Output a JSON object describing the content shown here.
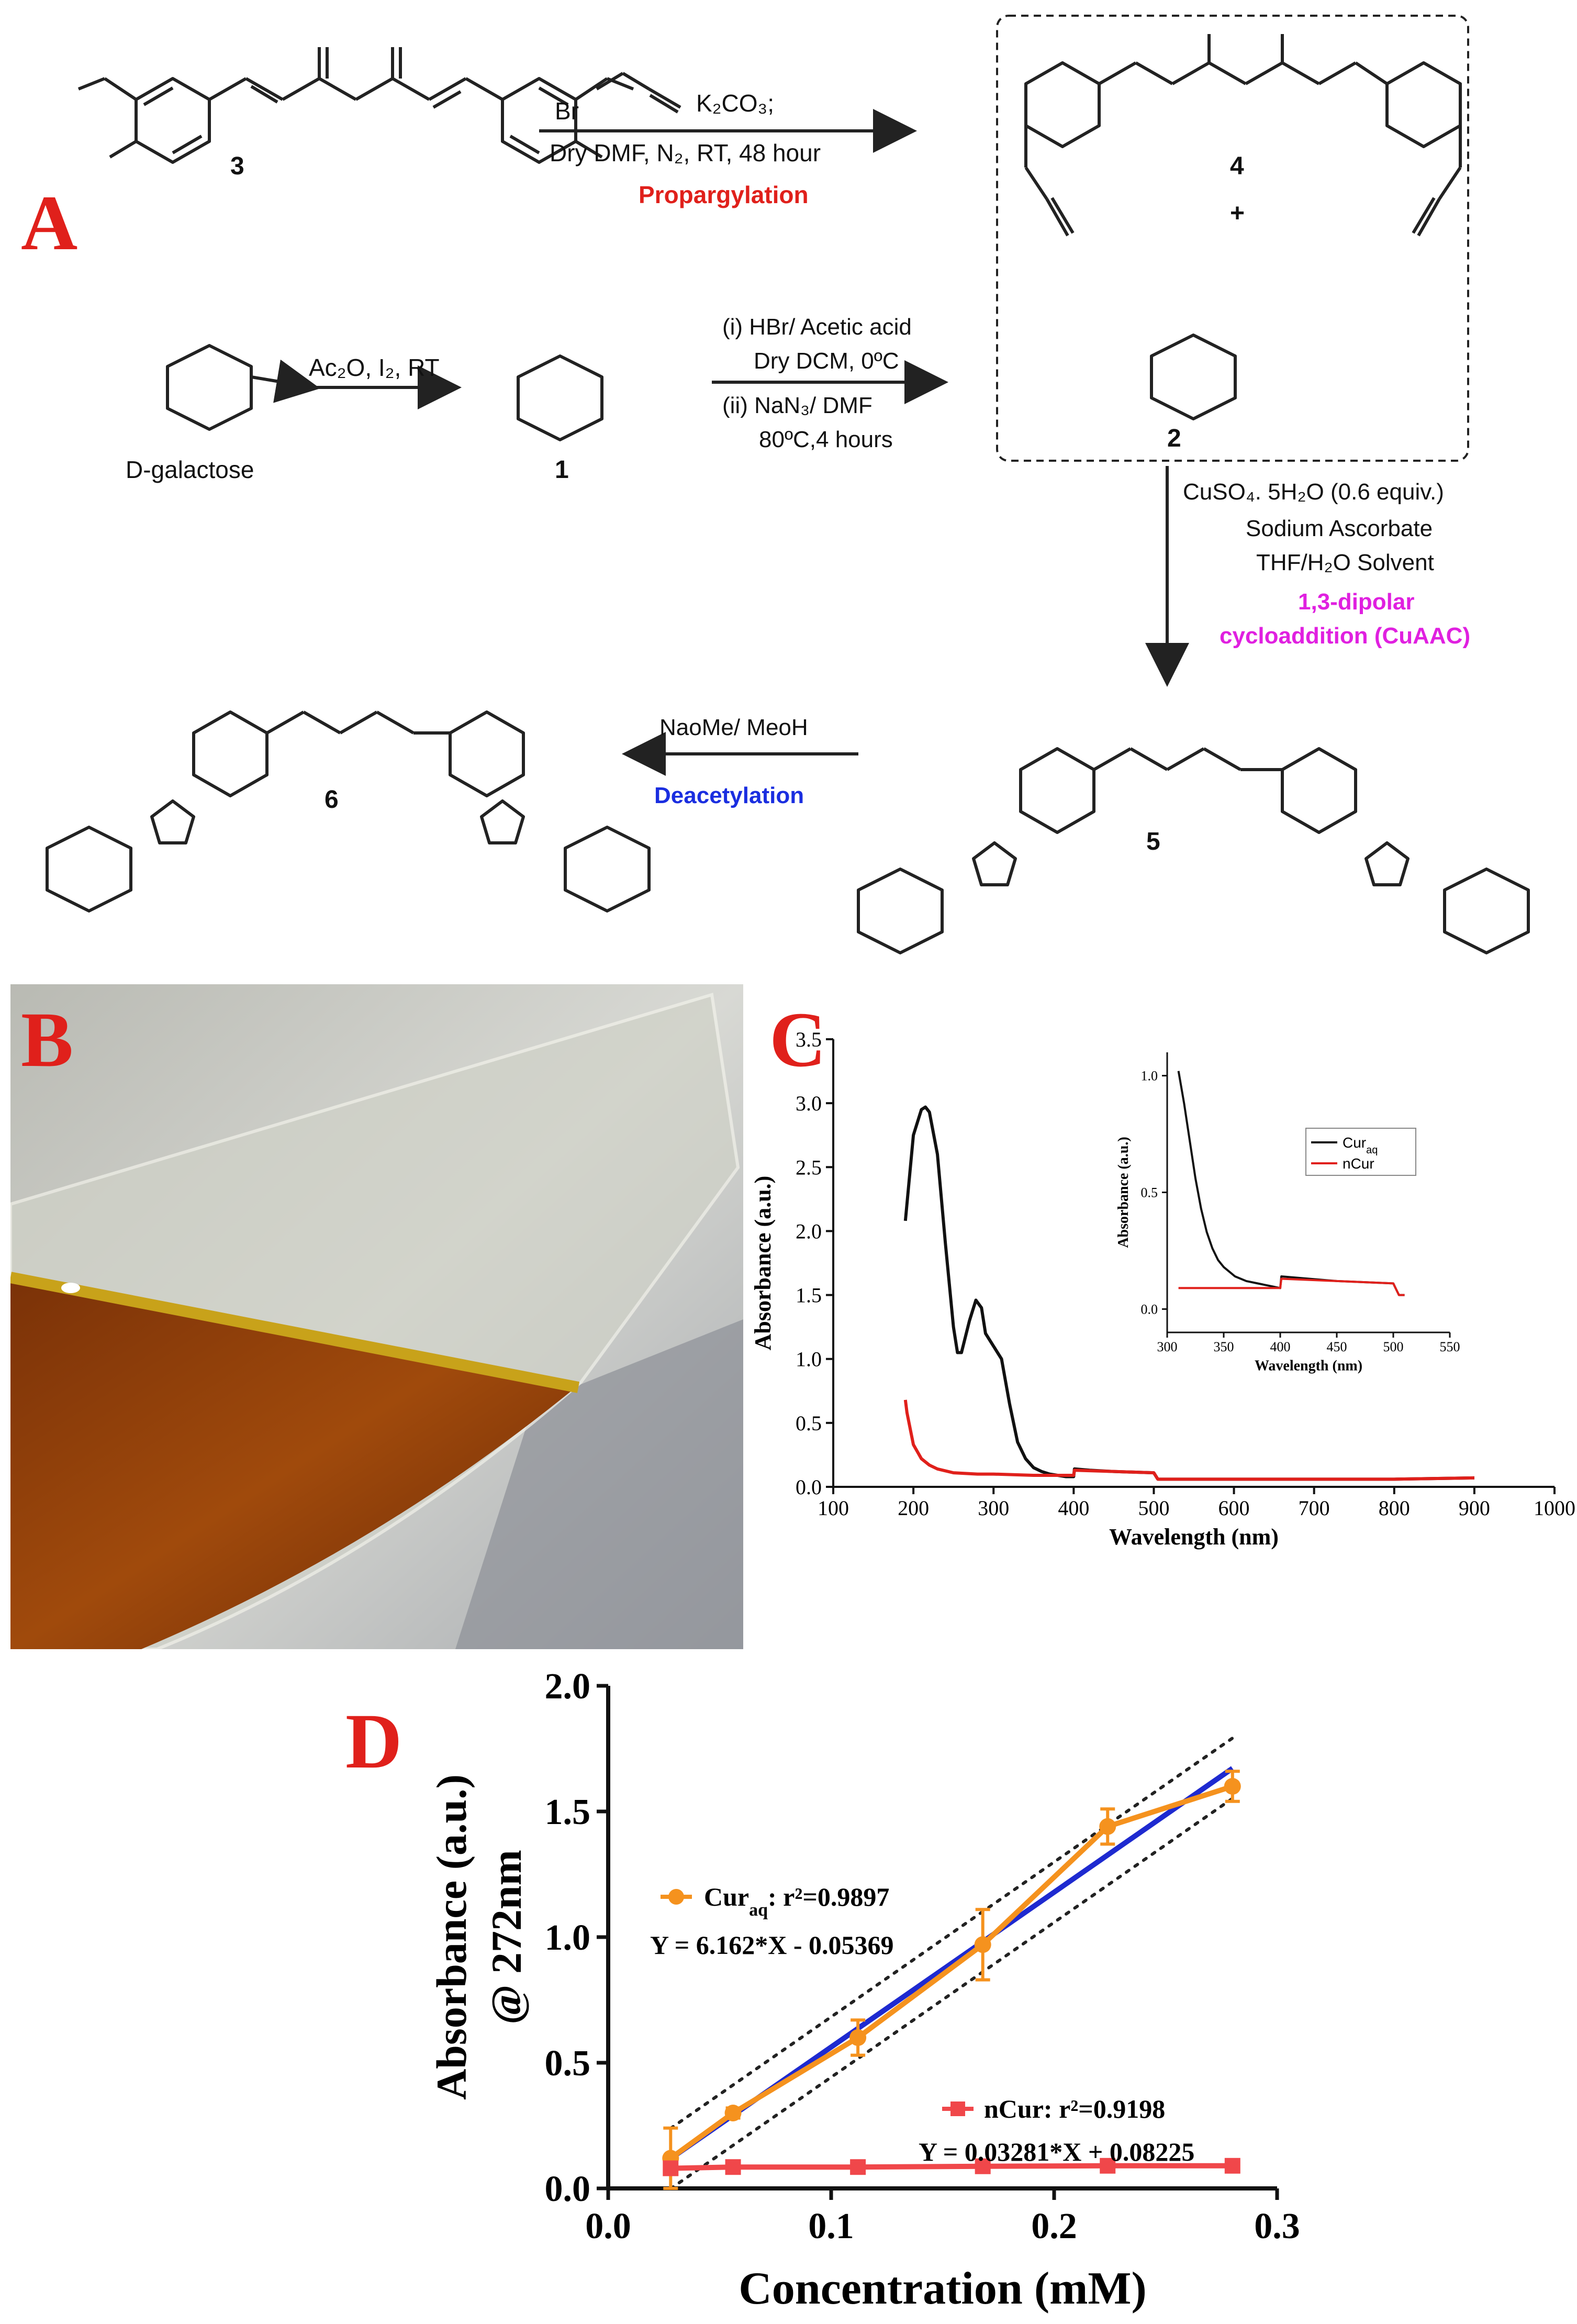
{
  "panels": {
    "A": "A",
    "B": "B",
    "C": "C",
    "D": "D"
  },
  "scheme": {
    "compounds": {
      "c3": "3",
      "c4": "4",
      "c1": "1",
      "c2": "2",
      "c5": "5",
      "c6": "6",
      "plus": "+",
      "galactose": "D-galactose"
    },
    "step1": {
      "reagent_line1": "Br",
      "reagent_line1b": "K₂CO₃;",
      "conditions": "Dry DMF, N₂, RT, 48 hour",
      "name": "Propargylation"
    },
    "step2": {
      "reagents": "Ac₂O, I₂, RT"
    },
    "step3": {
      "line1": "(i) HBr/ Acetic acid",
      "line2": "Dry DCM, 0ºC",
      "line3": "(ii) NaN₃/ DMF",
      "line4": "80ºC,4 hours"
    },
    "step4": {
      "line1": "CuSO₄. 5H₂O (0.6 equiv.)",
      "line2": "Sodium Ascorbate",
      "line3": "THF/H₂O Solvent",
      "name1": "1,3-dipolar",
      "name2": "cycloaddition (CuAAC)"
    },
    "step5": {
      "reagents": "NaoMe/ MeoH",
      "name": "Deacetylation"
    },
    "colors": {
      "propargylation": "#e0201b",
      "cuaac": "#e020e0",
      "deacetylation": "#1a2ee0"
    }
  },
  "chart_data": [
    {
      "id": "C-main",
      "type": "line",
      "xlabel": "Wavelength (nm)",
      "ylabel": "Absorbance (a.u.)",
      "xlim": [
        100,
        1000
      ],
      "ylim": [
        0.0,
        3.5
      ],
      "xticks": [
        "100",
        "200",
        "300",
        "400",
        "500",
        "600",
        "700",
        "800",
        "900",
        "1000"
      ],
      "yticks": [
        "0.0",
        "0.5",
        "1.0",
        "1.5",
        "2.0",
        "2.5",
        "3.0",
        "3.5"
      ],
      "series": [
        {
          "color": "#111111",
          "x": [
            190,
            200,
            210,
            215,
            220,
            230,
            240,
            250,
            255,
            260,
            270,
            278,
            285,
            290,
            300,
            310,
            320,
            330,
            340,
            350,
            360,
            370,
            380,
            390,
            400,
            401,
            420,
            450,
            500,
            505,
            550,
            600,
            700,
            720,
            800,
            900
          ],
          "y": [
            2.08,
            2.75,
            2.95,
            2.97,
            2.93,
            2.6,
            1.9,
            1.25,
            1.05,
            1.05,
            1.3,
            1.46,
            1.4,
            1.2,
            1.1,
            1.0,
            0.65,
            0.35,
            0.22,
            0.15,
            0.12,
            0.1,
            0.09,
            0.08,
            0.08,
            0.14,
            0.13,
            0.12,
            0.11,
            0.06,
            0.06,
            0.06,
            0.06,
            0.06,
            0.06,
            0.07
          ]
        },
        {
          "color": "#e0201b",
          "x": [
            190,
            192,
            200,
            210,
            220,
            230,
            250,
            280,
            300,
            350,
            400,
            401,
            450,
            500,
            505,
            550,
            600,
            700,
            720,
            800,
            900
          ],
          "y": [
            0.68,
            0.58,
            0.33,
            0.22,
            0.17,
            0.14,
            0.11,
            0.1,
            0.1,
            0.09,
            0.09,
            0.13,
            0.12,
            0.11,
            0.06,
            0.06,
            0.06,
            0.06,
            0.06,
            0.06,
            0.07
          ]
        }
      ]
    },
    {
      "id": "C-inset",
      "type": "line",
      "xlabel": "Wavelength (nm)",
      "ylabel": "Absorbance (a.u.)",
      "xlim": [
        300,
        550
      ],
      "ylim": [
        -0.1,
        1.1
      ],
      "xticks": [
        "300",
        "350",
        "400",
        "450",
        "500",
        "550"
      ],
      "yticks": [
        "0.0",
        "0.5",
        "1.0"
      ],
      "legend_position": "top-right",
      "series": [
        {
          "name": "Cur",
          "name_sub": "aq",
          "color": "#111111",
          "x": [
            310,
            315,
            320,
            325,
            330,
            335,
            340,
            345,
            350,
            360,
            370,
            380,
            390,
            400,
            401,
            450,
            500,
            505,
            510
          ],
          "y": [
            1.02,
            0.88,
            0.72,
            0.56,
            0.43,
            0.33,
            0.26,
            0.21,
            0.18,
            0.14,
            0.12,
            0.11,
            0.1,
            0.09,
            0.14,
            0.12,
            0.11,
            0.06,
            0.06
          ]
        },
        {
          "name": "nCur",
          "color": "#e0201b",
          "x": [
            310,
            350,
            400,
            401,
            450,
            500,
            505,
            510
          ],
          "y": [
            0.09,
            0.09,
            0.09,
            0.13,
            0.12,
            0.11,
            0.06,
            0.06
          ]
        }
      ]
    },
    {
      "id": "D",
      "type": "scatter",
      "xlabel": "Concentration (mM)",
      "ylabel_line1": "Absorbance (a.u.)",
      "ylabel_line2": "@ 272nm",
      "xlim": [
        0.0,
        0.3
      ],
      "ylim": [
        0.0,
        2.0
      ],
      "xticks": [
        "0.0",
        "0.1",
        "0.2",
        "0.3"
      ],
      "yticks": [
        "0.0",
        "0.5",
        "1.0",
        "1.5",
        "2.0"
      ],
      "series": [
        {
          "name": "Cur",
          "name_sub": "aq",
          "stat": ": r²=0.9897",
          "equation": "Y = 6.162*X - 0.05369",
          "color": "#f5921e",
          "fit_color": "#1e2ad0",
          "fit_slope": 6.162,
          "fit_intercept": -0.05369,
          "x": [
            0.028,
            0.056,
            0.112,
            0.168,
            0.224,
            0.28
          ],
          "y": [
            0.12,
            0.3,
            0.6,
            0.97,
            1.44,
            1.6
          ],
          "err": [
            0.12,
            0.02,
            0.07,
            0.14,
            0.07,
            0.06
          ]
        },
        {
          "name": "nCur",
          "stat": ": r²=0.9198",
          "equation": "Y = 0.03281*X + 0.08225",
          "color": "#f0474a",
          "fit_slope": 0.03281,
          "fit_intercept": 0.08225,
          "x": [
            0.028,
            0.056,
            0.112,
            0.168,
            0.224,
            0.28
          ],
          "y": [
            0.08,
            0.085,
            0.085,
            0.088,
            0.09,
            0.09
          ],
          "err": [
            0.0,
            0.0,
            0.0,
            0.0,
            0.0,
            0.0
          ]
        }
      ]
    }
  ]
}
